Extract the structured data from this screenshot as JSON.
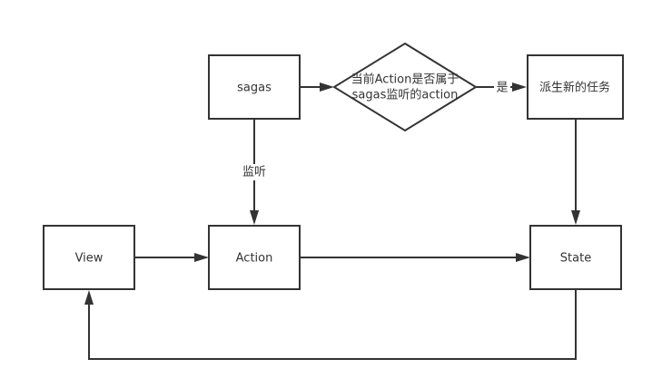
{
  "diagram": {
    "nodes": {
      "sagas": {
        "label": "sagas",
        "shape": "rectangle"
      },
      "decision": {
        "line1": "当前Action是否属于",
        "line2": "sagas监听的action",
        "shape": "diamond"
      },
      "derive": {
        "label": "派生新的任务",
        "shape": "rectangle"
      },
      "view": {
        "label": "View",
        "shape": "rectangle"
      },
      "action": {
        "label": "Action",
        "shape": "rectangle"
      },
      "state": {
        "label": "State",
        "shape": "rectangle"
      }
    },
    "edges": [
      {
        "from": "sagas",
        "to": "decision",
        "label": ""
      },
      {
        "from": "decision",
        "to": "derive",
        "label": "是"
      },
      {
        "from": "sagas",
        "to": "action",
        "label": "监听"
      },
      {
        "from": "derive",
        "to": "state",
        "label": ""
      },
      {
        "from": "view",
        "to": "action",
        "label": ""
      },
      {
        "from": "action",
        "to": "state",
        "label": ""
      },
      {
        "from": "state",
        "to": "view",
        "label": ""
      }
    ],
    "edge_labels": {
      "yes": "是",
      "listen": "监听"
    },
    "colors": {
      "stroke": "#333333",
      "background": "#ffffff"
    }
  }
}
